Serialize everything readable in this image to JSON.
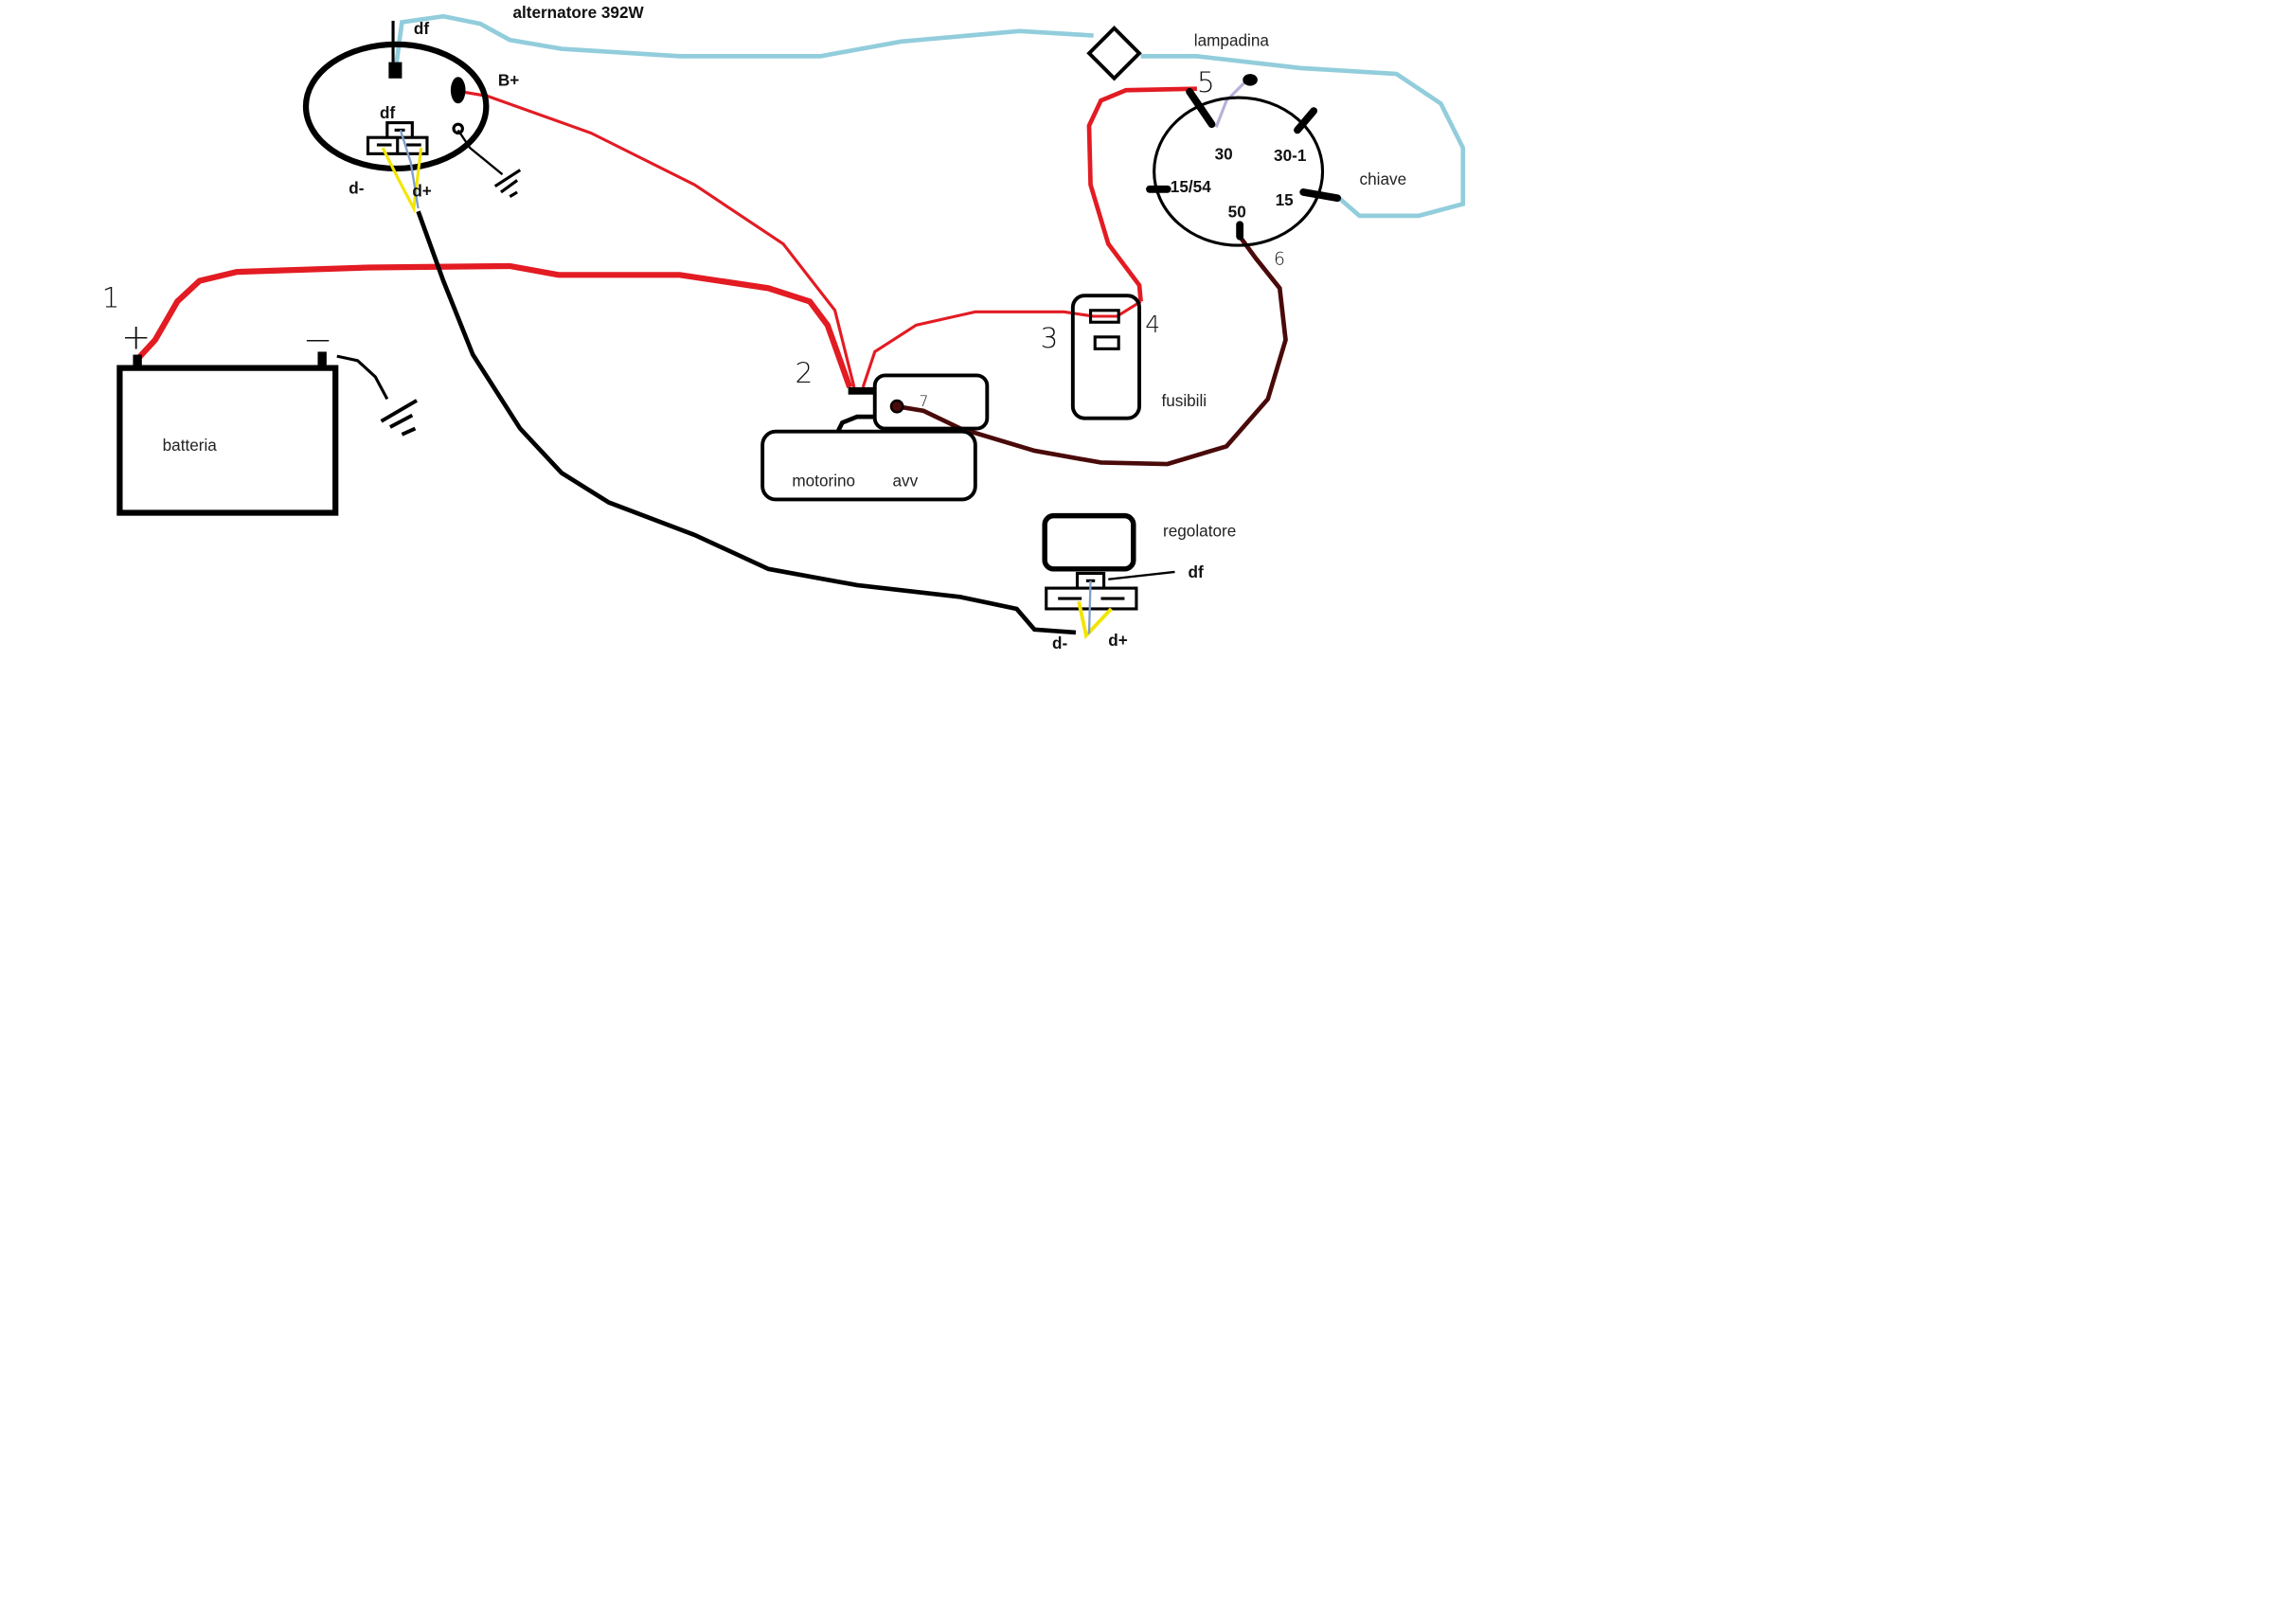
{
  "alternator": {
    "title": "alternatore 392W",
    "df_top": "df",
    "b_plus": "B+",
    "df_connector": "df",
    "d_minus": "d-",
    "d_plus": "d+"
  },
  "battery": {
    "label": "batteria",
    "plus": "+",
    "minus": "−",
    "number": "1"
  },
  "starter": {
    "label_1": "motorino",
    "label_2": "avv",
    "number": "2",
    "terminal_number": "7"
  },
  "fuses": {
    "label": "fusibili",
    "number_in": "3",
    "number_out": "4"
  },
  "lamp": {
    "label": "lampadina"
  },
  "key_switch": {
    "label": "chiave",
    "number_30": "5",
    "number_50": "6",
    "terminals": {
      "t30": "30",
      "t30_1": "30-1",
      "t15_54": "15/54",
      "t15": "15",
      "t50": "50"
    }
  },
  "regulator": {
    "label": "regolatore",
    "df": "df",
    "d_minus": "d-",
    "d_plus": "d+"
  },
  "colors": {
    "positive": "#e31b23",
    "excitation": "#92cddc",
    "ground": "#000000",
    "start": "#4a0a0a",
    "d_minus": "#f2e600",
    "d_plus": "#7f9fc8",
    "key_feed": "#b8b0d8"
  }
}
